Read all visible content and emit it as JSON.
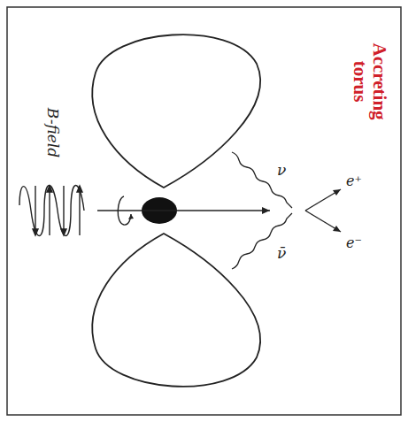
{
  "diagram": {
    "labels": [
      "B-field",
      "ν",
      "ν̄",
      "e⁺",
      "e⁻",
      "Accreting torus"
    ]
  }
}
